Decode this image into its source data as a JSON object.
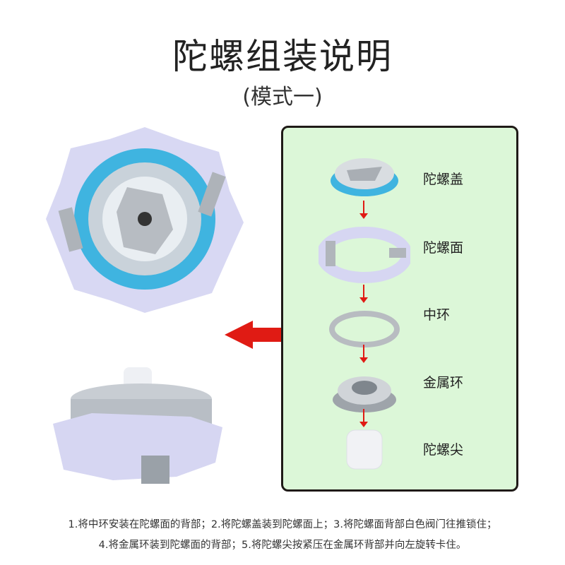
{
  "header": {
    "title": "陀螺组装说明",
    "subtitle": "(模式一)"
  },
  "parts": [
    {
      "label": "陀螺盖"
    },
    {
      "label": "陀螺面"
    },
    {
      "label": "中环"
    },
    {
      "label": "金属环"
    },
    {
      "label": "陀螺尖"
    }
  ],
  "instructions": [
    "1.将中环安装在陀螺面的背部；2.将陀螺盖装到陀螺面上；3.将陀螺面背部白色阀门往推锁住；",
    "4.将金属环装到陀螺面的背部；5.将陀螺尖按紧压在金属环背部并向左旋转卡住。"
  ],
  "colors": {
    "panel_bg": "#dcf7d8",
    "arrow": "#e01b14",
    "blue": "#3fb4e0",
    "lavender": "#d6d6f2"
  }
}
